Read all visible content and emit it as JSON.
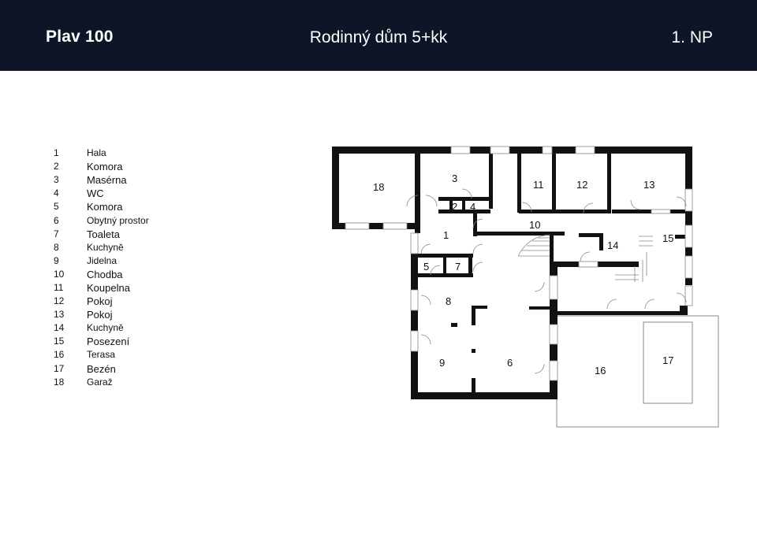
{
  "header": {
    "brand": "Plav 100",
    "title": "Rodinný dům 5+kk",
    "floor": "1. NP"
  },
  "legend": [
    {
      "num": "1",
      "name": "Hala"
    },
    {
      "num": "2",
      "name": "Komora"
    },
    {
      "num": "3",
      "name": "Masérna"
    },
    {
      "num": "4",
      "name": "WC"
    },
    {
      "num": "5",
      "name": "Komora"
    },
    {
      "num": "6",
      "name": "Obytný prostor"
    },
    {
      "num": "7",
      "name": "Toaleta"
    },
    {
      "num": "8",
      "name": "Kuchyně"
    },
    {
      "num": "9",
      "name": "Jidelna"
    },
    {
      "num": "10",
      "name": "Chodba"
    },
    {
      "num": "11",
      "name": "Koupelna"
    },
    {
      "num": "12",
      "name": "Pokoj"
    },
    {
      "num": "13",
      "name": "Pokoj"
    },
    {
      "num": "14",
      "name": "Kuchyně"
    },
    {
      "num": "15",
      "name": "Posezení"
    },
    {
      "num": "16",
      "name": "Terasa"
    },
    {
      "num": "17",
      "name": "Bezén"
    },
    {
      "num": "18",
      "name": "Garaž"
    }
  ],
  "plan_labels": {
    "r1": "1",
    "r2": "2",
    "r3": "3",
    "r4": "4",
    "r5": "5",
    "r6": "6",
    "r7": "7",
    "r8": "8",
    "r9": "9",
    "r10": "10",
    "r11": "11",
    "r12": "12",
    "r13": "13",
    "r14": "14",
    "r15": "15",
    "r16": "16",
    "r17": "17",
    "r18": "18"
  },
  "colors": {
    "header_bg": "#0d1526",
    "header_text": "#ffffff",
    "wall": "#111111",
    "line": "#888888"
  }
}
